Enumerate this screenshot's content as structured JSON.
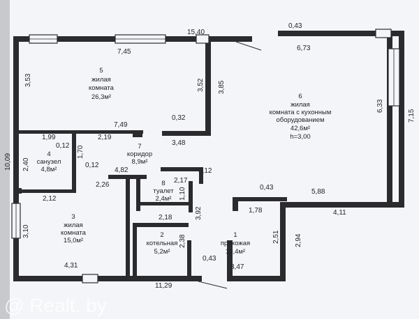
{
  "dimensions": {
    "top_left_wall": "7,45",
    "top_overall": "15,40",
    "top_right_window": "0,43",
    "top_right_wall": "6,73",
    "left_overall": "10,09",
    "left_upper": "3,53",
    "room5_inner_height": "3,52",
    "room5_right_height": "3,85",
    "room5_stub": "0,32",
    "room5_stub_width": "3,48",
    "corridor_top": "7,49",
    "bath_top": "1,99",
    "bath_top2": "2,19",
    "bath_wall_small": "0,12",
    "bath_height": "1,70",
    "bath_left": "2,40",
    "bath_right_small": "0,12",
    "corridor_width": "4,82",
    "bath_bottom": "2,26",
    "room3_top": "2,12",
    "room3_left": "3,10",
    "room3_bottom": "4,31",
    "bottom_overall": "11,29",
    "toilet_top": "2,17",
    "toilet_wall": "0,12",
    "toilet_height": "1,10",
    "toilet_bottom": "2,18",
    "toilet_side": "3,92",
    "boiler_height": "2,38",
    "door_gap": "0,43",
    "hall_bottom": "3,47",
    "hall_right": "2,51",
    "hall_step": "1,78",
    "kitchen_notch": "0,43",
    "kitchen_bottom": "5,88",
    "kitchen_right_lower": "4,11",
    "right_lower": "2,94",
    "right_inner": "6,33",
    "right_outer": "7,15"
  },
  "rooms": [
    {
      "id": "room5",
      "number": "5",
      "line1": "жилая",
      "line2": "комната",
      "area": "26,3м²",
      "extra": ""
    },
    {
      "id": "room6",
      "number": "6",
      "line1": "жилая",
      "line2": "комната с кухонным",
      "area": "оборудованием",
      "extra": "42,6м²",
      "height": "h=3,00"
    },
    {
      "id": "room7",
      "number": "7",
      "line1": "коридор",
      "line2": "",
      "area": "8,9м²",
      "extra": ""
    },
    {
      "id": "room4",
      "number": "4",
      "line1": "санузел",
      "line2": "",
      "area": "4,8м²",
      "extra": ""
    },
    {
      "id": "room8",
      "number": "8",
      "line1": "туалет",
      "line2": "",
      "area": "2,4м²",
      "extra": ""
    },
    {
      "id": "room3",
      "number": "3",
      "line1": "жилая",
      "line2": "комната",
      "area": "15,0м²",
      "extra": ""
    },
    {
      "id": "room2",
      "number": "2",
      "line1": "котельная",
      "line2": "",
      "area": "5,2м²",
      "extra": ""
    },
    {
      "id": "room1",
      "number": "1",
      "line1": "прихожая",
      "line2": "",
      "area": "10,4м²",
      "extra": ""
    }
  ],
  "watermark": "@ Realt. by"
}
